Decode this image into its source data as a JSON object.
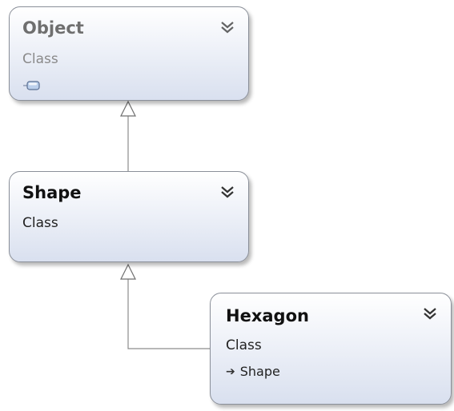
{
  "classes": {
    "object": {
      "name": "Object",
      "kind": "Class"
    },
    "shape": {
      "name": "Shape",
      "kind": "Class"
    },
    "hexagon": {
      "name": "Hexagon",
      "kind": "Class",
      "base_type": "Shape"
    }
  },
  "icons": {
    "collapse": "chevron-double-down-icon",
    "object_extra": "method-icon",
    "inherits": "inheritance-arrow-icon"
  },
  "colors": {
    "box_border": "#8a8f99",
    "box_fill_top": "#ffffff",
    "box_fill_bottom": "#d9e0ef",
    "connector": "#8c8c8c",
    "greyed_text": "#6f6f6f"
  }
}
